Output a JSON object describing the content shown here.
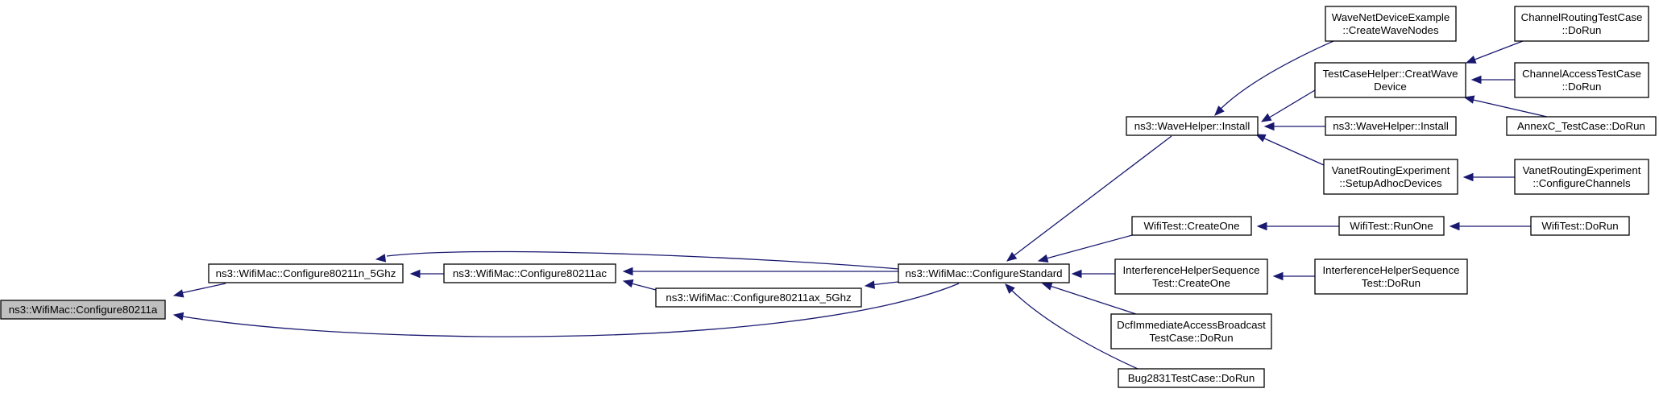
{
  "diagram": {
    "nodes": [
      {
        "id": "root",
        "lines": [
          "ns3::WifiMac::Configure80211a"
        ],
        "root": true
      },
      {
        "id": "n5ghz",
        "lines": [
          "ns3::WifiMac::Configure80211n_5Ghz"
        ]
      },
      {
        "id": "ac",
        "lines": [
          "ns3::WifiMac::Configure80211ac"
        ]
      },
      {
        "id": "ax5",
        "lines": [
          "ns3::WifiMac::Configure80211ax_5Ghz"
        ]
      },
      {
        "id": "std",
        "lines": [
          "ns3::WifiMac::ConfigureStandard"
        ]
      },
      {
        "id": "waveinst",
        "lines": [
          "ns3::WaveHelper::Install"
        ]
      },
      {
        "id": "wificreate",
        "lines": [
          "WifiTest::CreateOne"
        ]
      },
      {
        "id": "ihscreate",
        "lines": [
          "InterferenceHelperSequence",
          "Test::CreateOne"
        ]
      },
      {
        "id": "dcf",
        "lines": [
          "DcfImmediateAccessBroadcast",
          "TestCase::DoRun"
        ]
      },
      {
        "id": "bug",
        "lines": [
          "Bug2831TestCase::DoRun"
        ]
      },
      {
        "id": "wnde",
        "lines": [
          "WaveNetDeviceExample",
          "::CreateWaveNodes"
        ]
      },
      {
        "id": "tchcwd",
        "lines": [
          "TestCaseHelper::CreatWave",
          "Device"
        ]
      },
      {
        "id": "waveinst2",
        "lines": [
          "ns3::WaveHelper::Install"
        ]
      },
      {
        "id": "vresad",
        "lines": [
          "VanetRoutingExperiment",
          "::SetupAdhocDevices"
        ]
      },
      {
        "id": "wifirun",
        "lines": [
          "WifiTest::RunOne"
        ]
      },
      {
        "id": "ihsdorun",
        "lines": [
          "InterferenceHelperSequence",
          "Test::DoRun"
        ]
      },
      {
        "id": "crtc",
        "lines": [
          "ChannelRoutingTestCase",
          "::DoRun"
        ]
      },
      {
        "id": "catc",
        "lines": [
          "ChannelAccessTestCase",
          "::DoRun"
        ]
      },
      {
        "id": "annex",
        "lines": [
          "AnnexC_TestCase::DoRun"
        ]
      },
      {
        "id": "vrecc",
        "lines": [
          "VanetRoutingExperiment",
          "::ConfigureChannels"
        ]
      },
      {
        "id": "wifidorun",
        "lines": [
          "WifiTest::DoRun"
        ]
      }
    ],
    "edges": [
      {
        "from": "n5ghz",
        "to": "root"
      },
      {
        "from": "std",
        "to": "root"
      },
      {
        "from": "ac",
        "to": "n5ghz"
      },
      {
        "from": "std",
        "to": "n5ghz"
      },
      {
        "from": "std",
        "to": "ac"
      },
      {
        "from": "ax5",
        "to": "ac"
      },
      {
        "from": "std",
        "to": "ax5"
      },
      {
        "from": "waveinst",
        "to": "std"
      },
      {
        "from": "wificreate",
        "to": "std"
      },
      {
        "from": "ihscreate",
        "to": "std"
      },
      {
        "from": "dcf",
        "to": "std"
      },
      {
        "from": "bug",
        "to": "std"
      },
      {
        "from": "wnde",
        "to": "waveinst"
      },
      {
        "from": "tchcwd",
        "to": "waveinst"
      },
      {
        "from": "waveinst2",
        "to": "waveinst"
      },
      {
        "from": "vresad",
        "to": "waveinst"
      },
      {
        "from": "wifirun",
        "to": "wificreate"
      },
      {
        "from": "ihsdorun",
        "to": "ihscreate"
      },
      {
        "from": "crtc",
        "to": "tchcwd"
      },
      {
        "from": "catc",
        "to": "tchcwd"
      },
      {
        "from": "annex",
        "to": "tchcwd"
      },
      {
        "from": "vrecc",
        "to": "vresad"
      },
      {
        "from": "wifidorun",
        "to": "wifirun"
      }
    ],
    "colors": {
      "edge": "#191970",
      "root_fill": "#bfbfbf",
      "node_fill": "#ffffff",
      "node_stroke": "#000000"
    }
  }
}
